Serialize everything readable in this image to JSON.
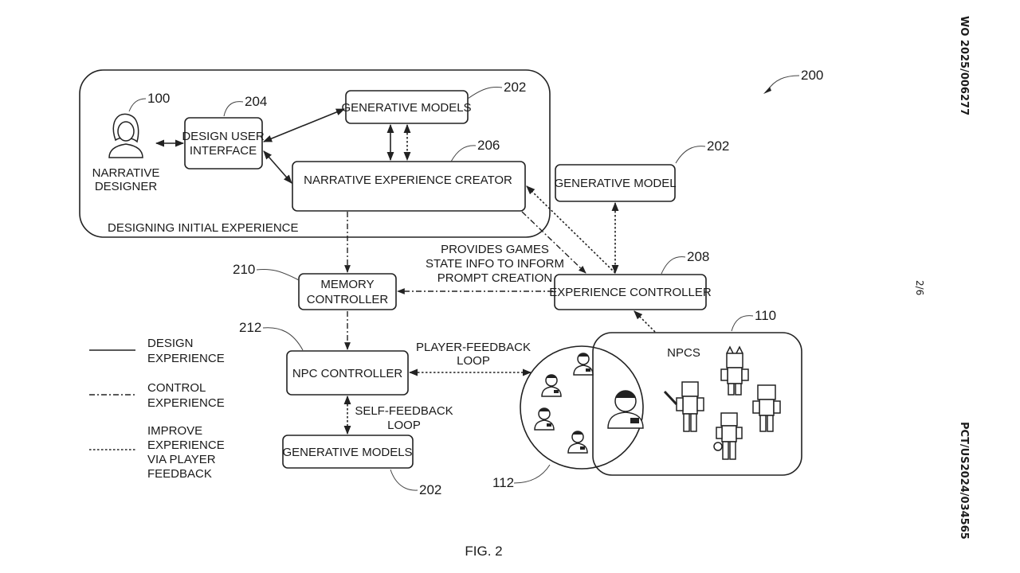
{
  "header": {
    "publication_number": "WO 2025/006277",
    "application_number": "PCT/US2024/034565",
    "sheet": "2/6"
  },
  "figure": {
    "caption": "FIG. 2",
    "reference": "200"
  },
  "group": {
    "label": "DESIGNING INITIAL EXPERIENCE"
  },
  "actors": {
    "narrative_designer": {
      "label_line1": "NARRATIVE",
      "label_line2": "DESIGNER",
      "ref": "100"
    }
  },
  "boxes": {
    "design_ui": {
      "line1": "DESIGN USER",
      "line2": "INTERFACE",
      "ref": "204"
    },
    "generative_models_top": {
      "label": "GENERATIVE MODELS",
      "ref": "202"
    },
    "narrative_creator": {
      "label": "NARRATIVE EXPERIENCE CREATOR",
      "ref": "206"
    },
    "generative_model": {
      "label": "GENERATIVE MODEL",
      "ref": "202"
    },
    "experience_controller": {
      "label": "EXPERIENCE CONTROLLER",
      "ref": "208"
    },
    "memory_controller": {
      "line1": "MEMORY",
      "line2": "CONTROLLER",
      "ref": "210"
    },
    "npc_controller": {
      "label": "NPC CONTROLLER",
      "ref": "212"
    },
    "generative_models_bottom": {
      "label": "GENERATIVE MODELS",
      "ref": "202"
    }
  },
  "annotations": {
    "game_state": {
      "line1": "PROVIDES GAMES",
      "line2": "STATE INFO TO INFORM",
      "line3": "PROMPT CREATION"
    },
    "player_feedback": {
      "line1": "PLAYER-FEEDBACK",
      "line2": "LOOP"
    },
    "self_feedback": {
      "line1": "SELF-FEEDBACK",
      "line2": "LOOP"
    }
  },
  "groups": {
    "npcs": {
      "label": "NPCS",
      "ref": "110"
    },
    "players": {
      "ref": "112"
    }
  },
  "legend": [
    {
      "line1": "DESIGN",
      "line2": "EXPERIENCE",
      "line3": "",
      "line4": "",
      "style": "solid"
    },
    {
      "line1": "CONTROL",
      "line2": "EXPERIENCE",
      "line3": "",
      "line4": "",
      "style": "dash-dot"
    },
    {
      "line1": "IMPROVE",
      "line2": "EXPERIENCE",
      "line3": "VIA PLAYER",
      "line4": "FEEDBACK",
      "style": "dotted"
    }
  ]
}
